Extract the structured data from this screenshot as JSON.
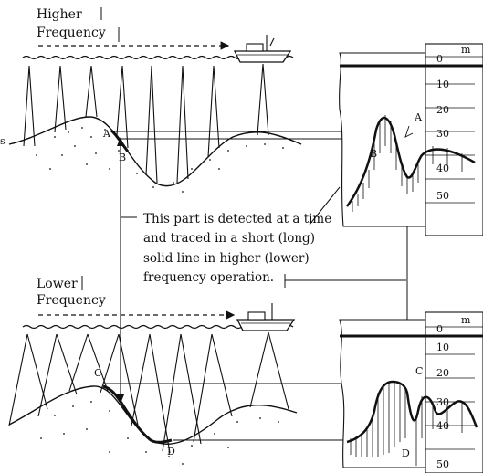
{
  "upper": {
    "title_line1": "Higher",
    "title_line2": "Frequency",
    "label_a": "A",
    "label_b": "B",
    "side_mark": "s"
  },
  "lower": {
    "title_line1": "Lower",
    "title_line2": "Frequency",
    "label_c": "C",
    "label_d": "D"
  },
  "note": {
    "line1": "This part is detected at a time",
    "line2": "and traced in a short (long)",
    "line3": "solid line in higher (lower)",
    "line4": "frequency operation."
  },
  "recorder_upper": {
    "unit": "m",
    "ticks": [
      "0",
      "10",
      "20",
      "30",
      "40",
      "50"
    ],
    "label_a": "A",
    "label_b": "B"
  },
  "recorder_lower": {
    "unit": "m",
    "ticks": [
      "0",
      "10",
      "20",
      "30",
      "40",
      "50"
    ],
    "label_c": "C",
    "label_d": "D"
  }
}
